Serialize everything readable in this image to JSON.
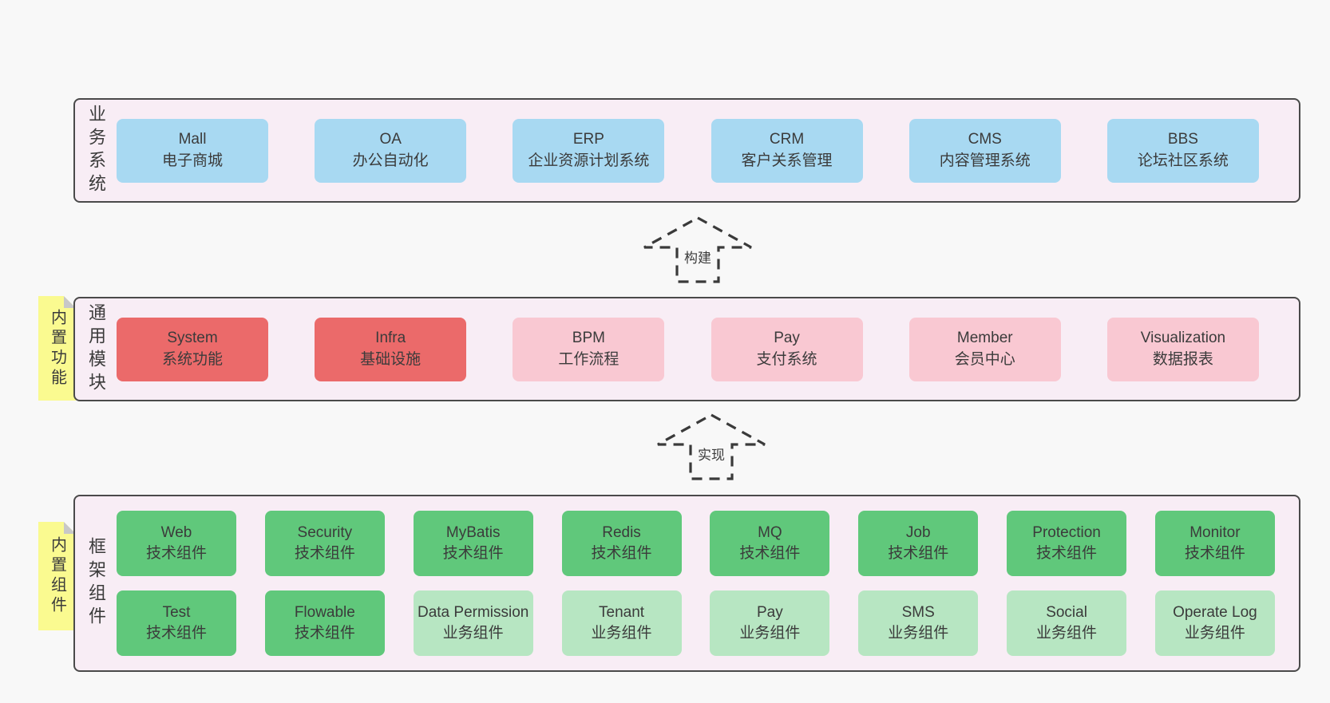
{
  "palette": {
    "page_bg": "#f8f8f8",
    "container_bg": "#f8edf5",
    "container_border": "#4a4a4a",
    "box_blue": "#a8d9f2",
    "box_red": "#eb6a6a",
    "box_pink": "#f9c8d2",
    "box_green": "#60c87b",
    "box_green_light": "#b7e6c2",
    "sticky_yellow": "#fafa90",
    "sticky_fold": "#c8c8c8",
    "text": "#3b3b3b",
    "arrow_stroke": "#3a3a3a"
  },
  "layers": [
    {
      "name": "business-systems",
      "label": "业务系统",
      "sticky": null,
      "rows": [
        [
          {
            "en": "Mall",
            "zh": "电子商城",
            "variant": "blue"
          },
          {
            "en": "OA",
            "zh": "办公自动化",
            "variant": "blue"
          },
          {
            "en": "ERP",
            "zh": "企业资源计划系统",
            "variant": "blue"
          },
          {
            "en": "CRM",
            "zh": "客户关系管理",
            "variant": "blue"
          },
          {
            "en": "CMS",
            "zh": "内容管理系统",
            "variant": "blue"
          },
          {
            "en": "BBS",
            "zh": "论坛社区系统",
            "variant": "blue"
          }
        ]
      ]
    },
    {
      "name": "common-modules",
      "label": "通用模块",
      "sticky": "内置功能",
      "rows": [
        [
          {
            "en": "System",
            "zh": "系统功能",
            "variant": "red"
          },
          {
            "en": "Infra",
            "zh": "基础设施",
            "variant": "red"
          },
          {
            "en": "BPM",
            "zh": "工作流程",
            "variant": "pink"
          },
          {
            "en": "Pay",
            "zh": "支付系统",
            "variant": "pink"
          },
          {
            "en": "Member",
            "zh": "会员中心",
            "variant": "pink"
          },
          {
            "en": "Visualization",
            "zh": "数据报表",
            "variant": "pink"
          }
        ]
      ]
    },
    {
      "name": "framework-components",
      "label": "框架组件",
      "sticky": "内置组件",
      "rows": [
        [
          {
            "en": "Web",
            "zh": "技术组件",
            "variant": "green"
          },
          {
            "en": "Security",
            "zh": "技术组件",
            "variant": "green"
          },
          {
            "en": "MyBatis",
            "zh": "技术组件",
            "variant": "green"
          },
          {
            "en": "Redis",
            "zh": "技术组件",
            "variant": "green"
          },
          {
            "en": "MQ",
            "zh": "技术组件",
            "variant": "green"
          },
          {
            "en": "Job",
            "zh": "技术组件",
            "variant": "green"
          },
          {
            "en": "Protection",
            "zh": "技术组件",
            "variant": "green"
          },
          {
            "en": "Monitor",
            "zh": "技术组件",
            "variant": "green"
          }
        ],
        [
          {
            "en": "Test",
            "zh": "技术组件",
            "variant": "green"
          },
          {
            "en": "Flowable",
            "zh": "技术组件",
            "variant": "green"
          },
          {
            "en": "Data Permission",
            "zh": "业务组件",
            "variant": "green-light"
          },
          {
            "en": "Tenant",
            "zh": "业务组件",
            "variant": "green-light"
          },
          {
            "en": "Pay",
            "zh": "业务组件",
            "variant": "green-light"
          },
          {
            "en": "SMS",
            "zh": "业务组件",
            "variant": "green-light"
          },
          {
            "en": "Social",
            "zh": "业务组件",
            "variant": "green-light"
          },
          {
            "en": "Operate Log",
            "zh": "业务组件",
            "variant": "green-light"
          }
        ]
      ]
    }
  ],
  "arrows": [
    {
      "label": "构建"
    },
    {
      "label": "实现"
    }
  ]
}
